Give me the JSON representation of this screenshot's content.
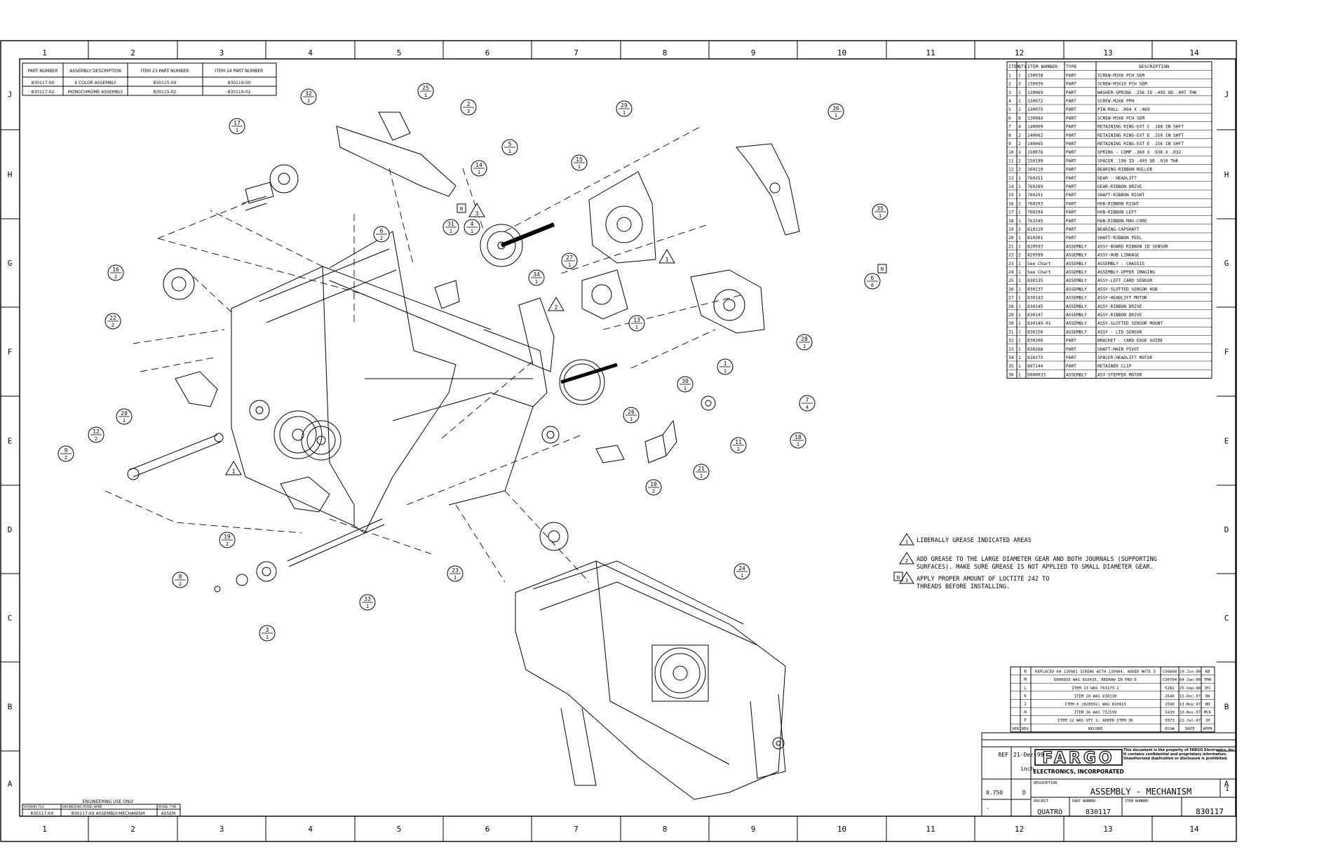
{
  "frame": {
    "col_labels": [
      "1",
      "2",
      "3",
      "4",
      "5",
      "6",
      "7",
      "8",
      "9",
      "10",
      "11",
      "12",
      "13",
      "14"
    ],
    "row_labels": [
      "J",
      "H",
      "G",
      "F",
      "E",
      "D",
      "C",
      "B",
      "A"
    ]
  },
  "part_numbers_table": {
    "headers": [
      "PART NUMBER",
      "ASSEMBLY DESCRIPTION",
      "ITEM 23 PART NUMBER",
      "ITEM 24 PART NUMBER"
    ],
    "rows": [
      [
        "830117-00",
        "4 COLOR ASSEMBLY",
        "830115-00",
        "830119-00"
      ],
      [
        "830117-02",
        "MONOCHROME ASSEMBLY",
        "830115-02",
        "830119-02"
      ]
    ]
  },
  "bom": {
    "headers": [
      "ITEM",
      "QTY",
      "ITEM NUMBER",
      "TYPE",
      "DESCRIPTION"
    ],
    "rows": [
      [
        "1",
        "1",
        "130938",
        "PART",
        "SCREW-M3X6 PCH SEM"
      ],
      [
        "2",
        "3",
        "130939",
        "PART",
        "SCREW-M3X10 PCH SEM"
      ],
      [
        "3",
        "1",
        "130969",
        "PART",
        "WASHER-SPRING .256 ID .495 OD .007 THK"
      ],
      [
        "4",
        "1",
        "130972",
        "PART",
        "SCREW-M2X8 PPH"
      ],
      [
        "5",
        "1",
        "130975",
        "PART",
        "PIN-ROLL .094 X .469"
      ],
      [
        "6",
        "8",
        "130984",
        "PART",
        "SCREW-M3X8 PCH SEM"
      ],
      [
        "7",
        "4",
        "140009",
        "PART",
        "RETAINING RING-EXT C .188 IN SHFT"
      ],
      [
        "8",
        "2",
        "140062",
        "PART",
        "RETAINING RING-EXT E .250 IN SHFT"
      ],
      [
        "9",
        "2",
        "140065",
        "PART",
        "RETAINING RING-EXT E .156 IN SHFT"
      ],
      [
        "10",
        "2",
        "150076",
        "PART",
        "SPRING - COMP .360 X .938 X .032"
      ],
      [
        "11",
        "2",
        "150199",
        "PART",
        "SPACER .198 ID .493 OD .010 THK"
      ],
      [
        "12",
        "2",
        "160219",
        "PART",
        "BEARING-RIBBON ROLLER"
      ],
      [
        "13",
        "1",
        "760251",
        "PART",
        "GEAR - HEADLIFT"
      ],
      [
        "14",
        "1",
        "760289",
        "PART",
        "GEAR-RIBBON DRIVE"
      ],
      [
        "15",
        "1",
        "760291",
        "PART",
        "SHAFT-RIBBON RIGHT"
      ],
      [
        "16",
        "2",
        "760293",
        "PART",
        "HUB-RIBBON RIGHT"
      ],
      [
        "17",
        "1",
        "760294",
        "PART",
        "HUB-RIBBON LEFT"
      ],
      [
        "18",
        "1",
        "763345",
        "PART",
        "HUB-RIBBON-MAG-CORE"
      ],
      [
        "19",
        "2",
        "810229",
        "PART",
        "BEARING-CAPSHAFT"
      ],
      [
        "20",
        "1",
        "810301",
        "PART",
        "SHAFT-RIBBON PEEL"
      ],
      [
        "21",
        "1",
        "820593",
        "ASSEMBLY",
        "ASSY-BOARD RIBBON ID SENSOR"
      ],
      [
        "22",
        "2",
        "820599",
        "ASSEMBLY",
        "ASSY-HUB LINKAGE"
      ],
      [
        "23",
        "1",
        "See Chart",
        "ASSEMBLY",
        "ASSEMBLY - CHASSIS"
      ],
      [
        "24",
        "1",
        "See Chart",
        "ASSEMBLY",
        "ASSEMBLY-UPPER IMAGING"
      ],
      [
        "25",
        "1",
        "830135",
        "ASSEMBLY",
        "ASSY-LEFT CARD SENSOR"
      ],
      [
        "26",
        "1",
        "830137",
        "ASSEMBLY",
        "ASSY-SLOTTED SENSOR HUB"
      ],
      [
        "27",
        "1",
        "830143",
        "ASSEMBLY",
        "ASSY-HEADLIFT MOTOR"
      ],
      [
        "28",
        "1",
        "830145",
        "ASSEMBLY",
        "ASSY-RIBBON DRIVE"
      ],
      [
        "29",
        "1",
        "830147",
        "ASSEMBLY",
        "ASSY-RIBBON DRIVE"
      ],
      [
        "30",
        "1",
        "830149-01",
        "ASSEMBLY",
        "ASSY-SLOTTED SENSOR MOUNT"
      ],
      [
        "31",
        "1",
        "830150",
        "ASSEMBLY",
        "ASSY - LID SENSOR"
      ],
      [
        "32",
        "1",
        "830206",
        "PART",
        "BRACKET - CARD EDGE GUIDE"
      ],
      [
        "33",
        "1",
        "830268",
        "PART",
        "SHAFT-MAIN PIVOT"
      ],
      [
        "34",
        "1",
        "830273",
        "PART",
        "SPACER-HEADLIFT MOTOR"
      ],
      [
        "35",
        "1",
        "897144",
        "PART",
        "RETAINER CLIP"
      ],
      [
        "36",
        "1",
        "D000033",
        "ASSEMBLY",
        "ASY-STEPPER MOTOR"
      ]
    ]
  },
  "notes": {
    "n1": "LIBERALLY GREASE INDICATED AREAS",
    "n2a": "ADD GREASE TO THE LARGE DIAMETER GEAR AND BOTH JOURNALS (SUPPORTING",
    "n2b": "SURFACES). MAKE SURE GREASE IS NOT APPLIED TO SMALL DIAMETER GEAR.",
    "n3a": "APPLY PROPER AMOUNT OF LOCTITE 242 TO",
    "n3b": "THREADS BEFORE INSTALLING.",
    "n1_num": "1",
    "n2_num": "2",
    "n3_num": "3",
    "flag": "N"
  },
  "revisions": {
    "rows": [
      [
        "N",
        "REPLACED 6H 130981 SCREWS WITH 130984, ADDED NOTE 3",
        "CO0868",
        "19-Jun-00",
        "KB"
      ],
      [
        "M",
        "D000033 WAS 810435, REDRAW IN PRO-E",
        "CO0704",
        "04-Jan-00",
        "TMH"
      ],
      [
        "L",
        "ITEM 13 WAS 763173-2",
        "5282",
        "25-Sep-98",
        "JPC"
      ],
      [
        "K",
        "ITEM 28 WAS 830130",
        "2640",
        "15-Dec-97",
        "DH"
      ],
      [
        "J",
        "ITEM 6 (820591) WAS 810415",
        "2590",
        "13-Nov-97",
        "DH"
      ],
      [
        "H",
        "ITEM 36 WAS 752599",
        "5439",
        "10-Nov-97",
        "MCK"
      ],
      [
        "F",
        "ITEM 12 WAS QTY 1; ADDED ITEM 36",
        "5073",
        "22-Jul-97",
        "JH"
      ]
    ],
    "footer": [
      "VER",
      "REV",
      "RECORD",
      "ECO#",
      "DATE",
      "APPR"
    ]
  },
  "title_block": {
    "drawn_by": "REF",
    "date": "21-Dec-99",
    "units": "inch",
    "scale": "0.750",
    "size": "D",
    "company": "FARGO",
    "company_sub": "ELECTRONICS, INCORPORATED",
    "notice": "This document is the property of FARGO Electronics, Inc. It contains confidential and proprietary information. Unauthorized duplication or disclosure is prohibited.",
    "description_label": "DESCRIPTION",
    "description": "ASSEMBLY - MECHANISM",
    "project_label": "PROJECT",
    "project": "QUATRO",
    "part_number_label": "PART NUMBER",
    "part_number": "830117",
    "item_number_label": "ITEM NUMBER",
    "item_number": "830117",
    "sheet": "1",
    "sheet_of": "1",
    "dash": "-"
  },
  "eng_block": {
    "title": "ENGINEERING USE ONLY",
    "c1h": "DRAWING FILE",
    "c2h": "ENGINEERING MODEL NAME",
    "c3h": "MODEL TYPE",
    "c1": "830117-XX",
    "c2": "830117-XX ASSEMBLY-MECHANISM",
    "c3": "ASSEM"
  },
  "balloons": [
    {
      "n": "32",
      "q": "1"
    },
    {
      "n": "25",
      "q": "1"
    },
    {
      "n": "2",
      "q": "3"
    },
    {
      "n": "29",
      "q": "1"
    },
    {
      "n": "36",
      "q": "1"
    },
    {
      "n": "17",
      "q": "1"
    },
    {
      "n": "5",
      "q": "1"
    },
    {
      "n": "15",
      "q": "1"
    },
    {
      "n": "14",
      "q": "1"
    },
    {
      "n": "31",
      "q": "1"
    },
    {
      "n": "4",
      "q": "1"
    },
    {
      "n": "6",
      "q": "2"
    },
    {
      "n": "35",
      "q": "1"
    },
    {
      "n": "16",
      "q": "2"
    },
    {
      "n": "27",
      "q": "1"
    },
    {
      "n": "34",
      "q": "1"
    },
    {
      "n": "6",
      "q": "6"
    },
    {
      "n": "13",
      "q": "1"
    },
    {
      "n": "22",
      "q": "2"
    },
    {
      "n": "28",
      "q": "1"
    },
    {
      "n": "1",
      "q": "1"
    },
    {
      "n": "30",
      "q": "1"
    },
    {
      "n": "7",
      "q": "4"
    },
    {
      "n": "20",
      "q": "1"
    },
    {
      "n": "12",
      "q": "2"
    },
    {
      "n": "26",
      "q": "1"
    },
    {
      "n": "9",
      "q": "2"
    },
    {
      "n": "11",
      "q": "2"
    },
    {
      "n": "18",
      "q": "1"
    },
    {
      "n": "21",
      "q": "1"
    },
    {
      "n": "10",
      "q": "2"
    },
    {
      "n": "19",
      "q": "2"
    },
    {
      "n": "23",
      "q": "1"
    },
    {
      "n": "24",
      "q": "1"
    },
    {
      "n": "8",
      "q": "2"
    },
    {
      "n": "33",
      "q": "1"
    },
    {
      "n": "3",
      "q": "1"
    }
  ],
  "triangle_flags": [
    {
      "n": "3"
    },
    {
      "n": "1"
    },
    {
      "n": "2"
    },
    {
      "n": "1"
    }
  ],
  "n_flags": [
    "N",
    "N"
  ]
}
